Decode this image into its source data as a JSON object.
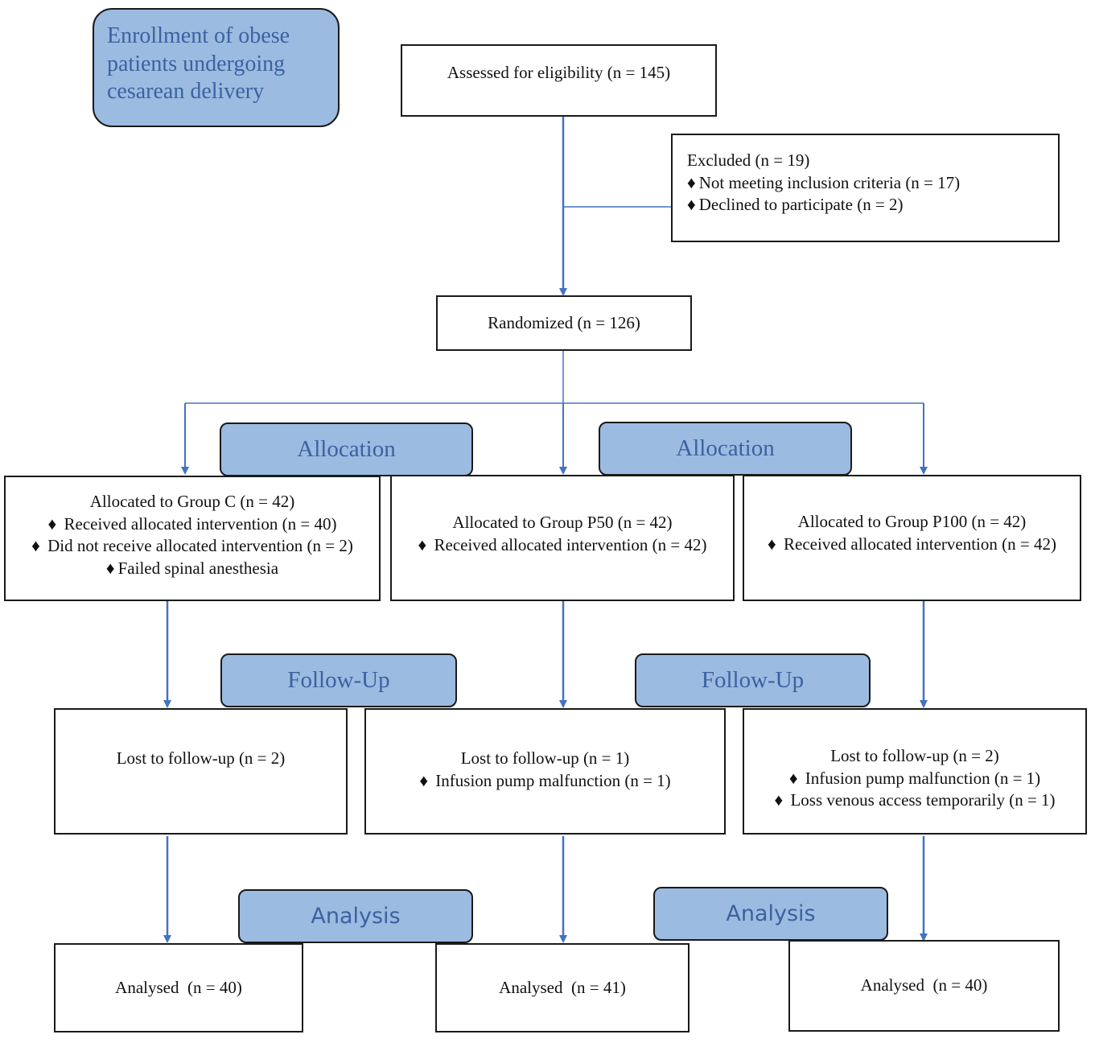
{
  "header": {
    "enrollment_label": [
      "Enrollment of obese",
      "patients undergoing",
      "cesarean delivery"
    ]
  },
  "eligibility": {
    "text": "Assessed for eligibility (n = 145)"
  },
  "excluded": {
    "title": "Excluded (n = 19)",
    "items": [
      "Not meeting inclusion criteria (n = 17)",
      "Declined to participate (n = 2)"
    ]
  },
  "randomized": {
    "text": "Randomized (n = 126)"
  },
  "stage_labels": {
    "allocation": "Allocation",
    "follow_up": "Follow-Up",
    "analysis": "Analysis"
  },
  "bullet_symbol": "♦",
  "groups": {
    "c": {
      "allocated": "Allocated to Group C (n = 42)",
      "allocated_items": [
        "Received allocated intervention (n = 40)",
        "Did not receive allocated intervention (n = 2)"
      ],
      "allocated_subitem": "Failed spinal anesthesia",
      "lost": "Lost to follow-up (n = 2)",
      "analysed": "Analysed  (n = 40)"
    },
    "p50": {
      "allocated": "Allocated to Group P50 (n = 42)",
      "allocated_items": [
        "Received allocated intervention (n = 42)"
      ],
      "lost": "Lost to follow-up (n = 1)",
      "lost_items": [
        "Infusion pump malfunction (n = 1)"
      ],
      "analysed": "Analysed  (n = 41)"
    },
    "p100": {
      "allocated": "Allocated to Group P100 (n = 42)",
      "allocated_items": [
        "Received allocated intervention (n = 42)"
      ],
      "lost": "Lost to follow-up (n = 2)",
      "lost_items": [
        "Infusion pump malfunction (n = 1)",
        "Loss venous access temporarily (n = 1)"
      ],
      "analysed": "Analysed  (n = 40)"
    }
  },
  "colors": {
    "label_fill": "#9cbbe1",
    "label_text": "#3b62a0",
    "connector": "#4472c4",
    "border": "#1a1a1a"
  }
}
